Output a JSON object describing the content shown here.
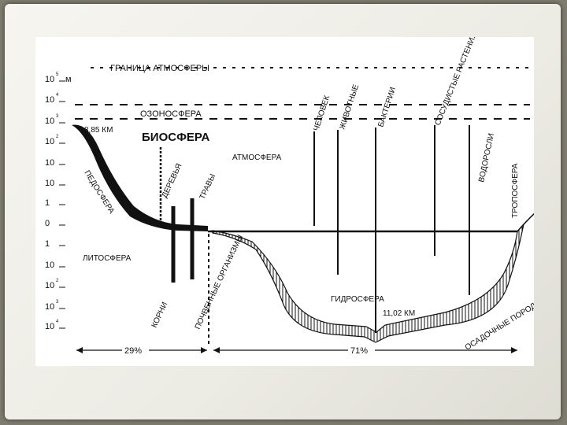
{
  "figure": {
    "title": "БИОСФЕРА",
    "atmosphere_boundary": "ГРАНИЦА АТМОСФЕРЫ",
    "ozonosphere": "ОЗОНОСФЕРА",
    "atmosphere": "АТМОСФЕРА",
    "troposphere": "ТРОПОСФЕРА",
    "pedosphere": "ПЕДОСФЕРА",
    "lithosphere": "ЛИТОСФЕРА",
    "hydrosphere": "ГИДРОСФЕРА",
    "sediments": "ОСАДОЧНЫЕ ПОРОДЫ",
    "max_height": "8,85 КМ",
    "max_depth": "11,02 КМ",
    "land_share": "29%",
    "ocean_share": "71%",
    "organisms": {
      "trees": "ДЕРЕВЬЯ",
      "grasses": "ТРАВЫ",
      "roots": "КОРНИ",
      "soil_organisms": "ПОЧВЕННЫЕ ОРГАНИЗМЫ",
      "human": "ЧЕЛОВЕК",
      "animals": "ЖИВОТНЫЕ",
      "bacteria": "БАКТЕРИИ",
      "vascular_plants": "СОСУДИСТЫЕ РАСТЕНИЯ",
      "algae": "ВОДОРОСЛИ"
    },
    "scale_unit": "м",
    "scale": [
      {
        "base": "10",
        "exp": "5"
      },
      {
        "base": "10",
        "exp": "4"
      },
      {
        "base": "10",
        "exp": "3"
      },
      {
        "base": "10",
        "exp": "2"
      },
      {
        "base": "10",
        "exp": ""
      },
      {
        "base": "10",
        "exp": ""
      },
      {
        "base": "1",
        "exp": ""
      },
      {
        "base": "0",
        "exp": ""
      },
      {
        "base": "1",
        "exp": ""
      },
      {
        "base": "10",
        "exp": ""
      },
      {
        "base": "10",
        "exp": "2"
      },
      {
        "base": "10",
        "exp": "3"
      },
      {
        "base": "10",
        "exp": "4"
      }
    ]
  }
}
